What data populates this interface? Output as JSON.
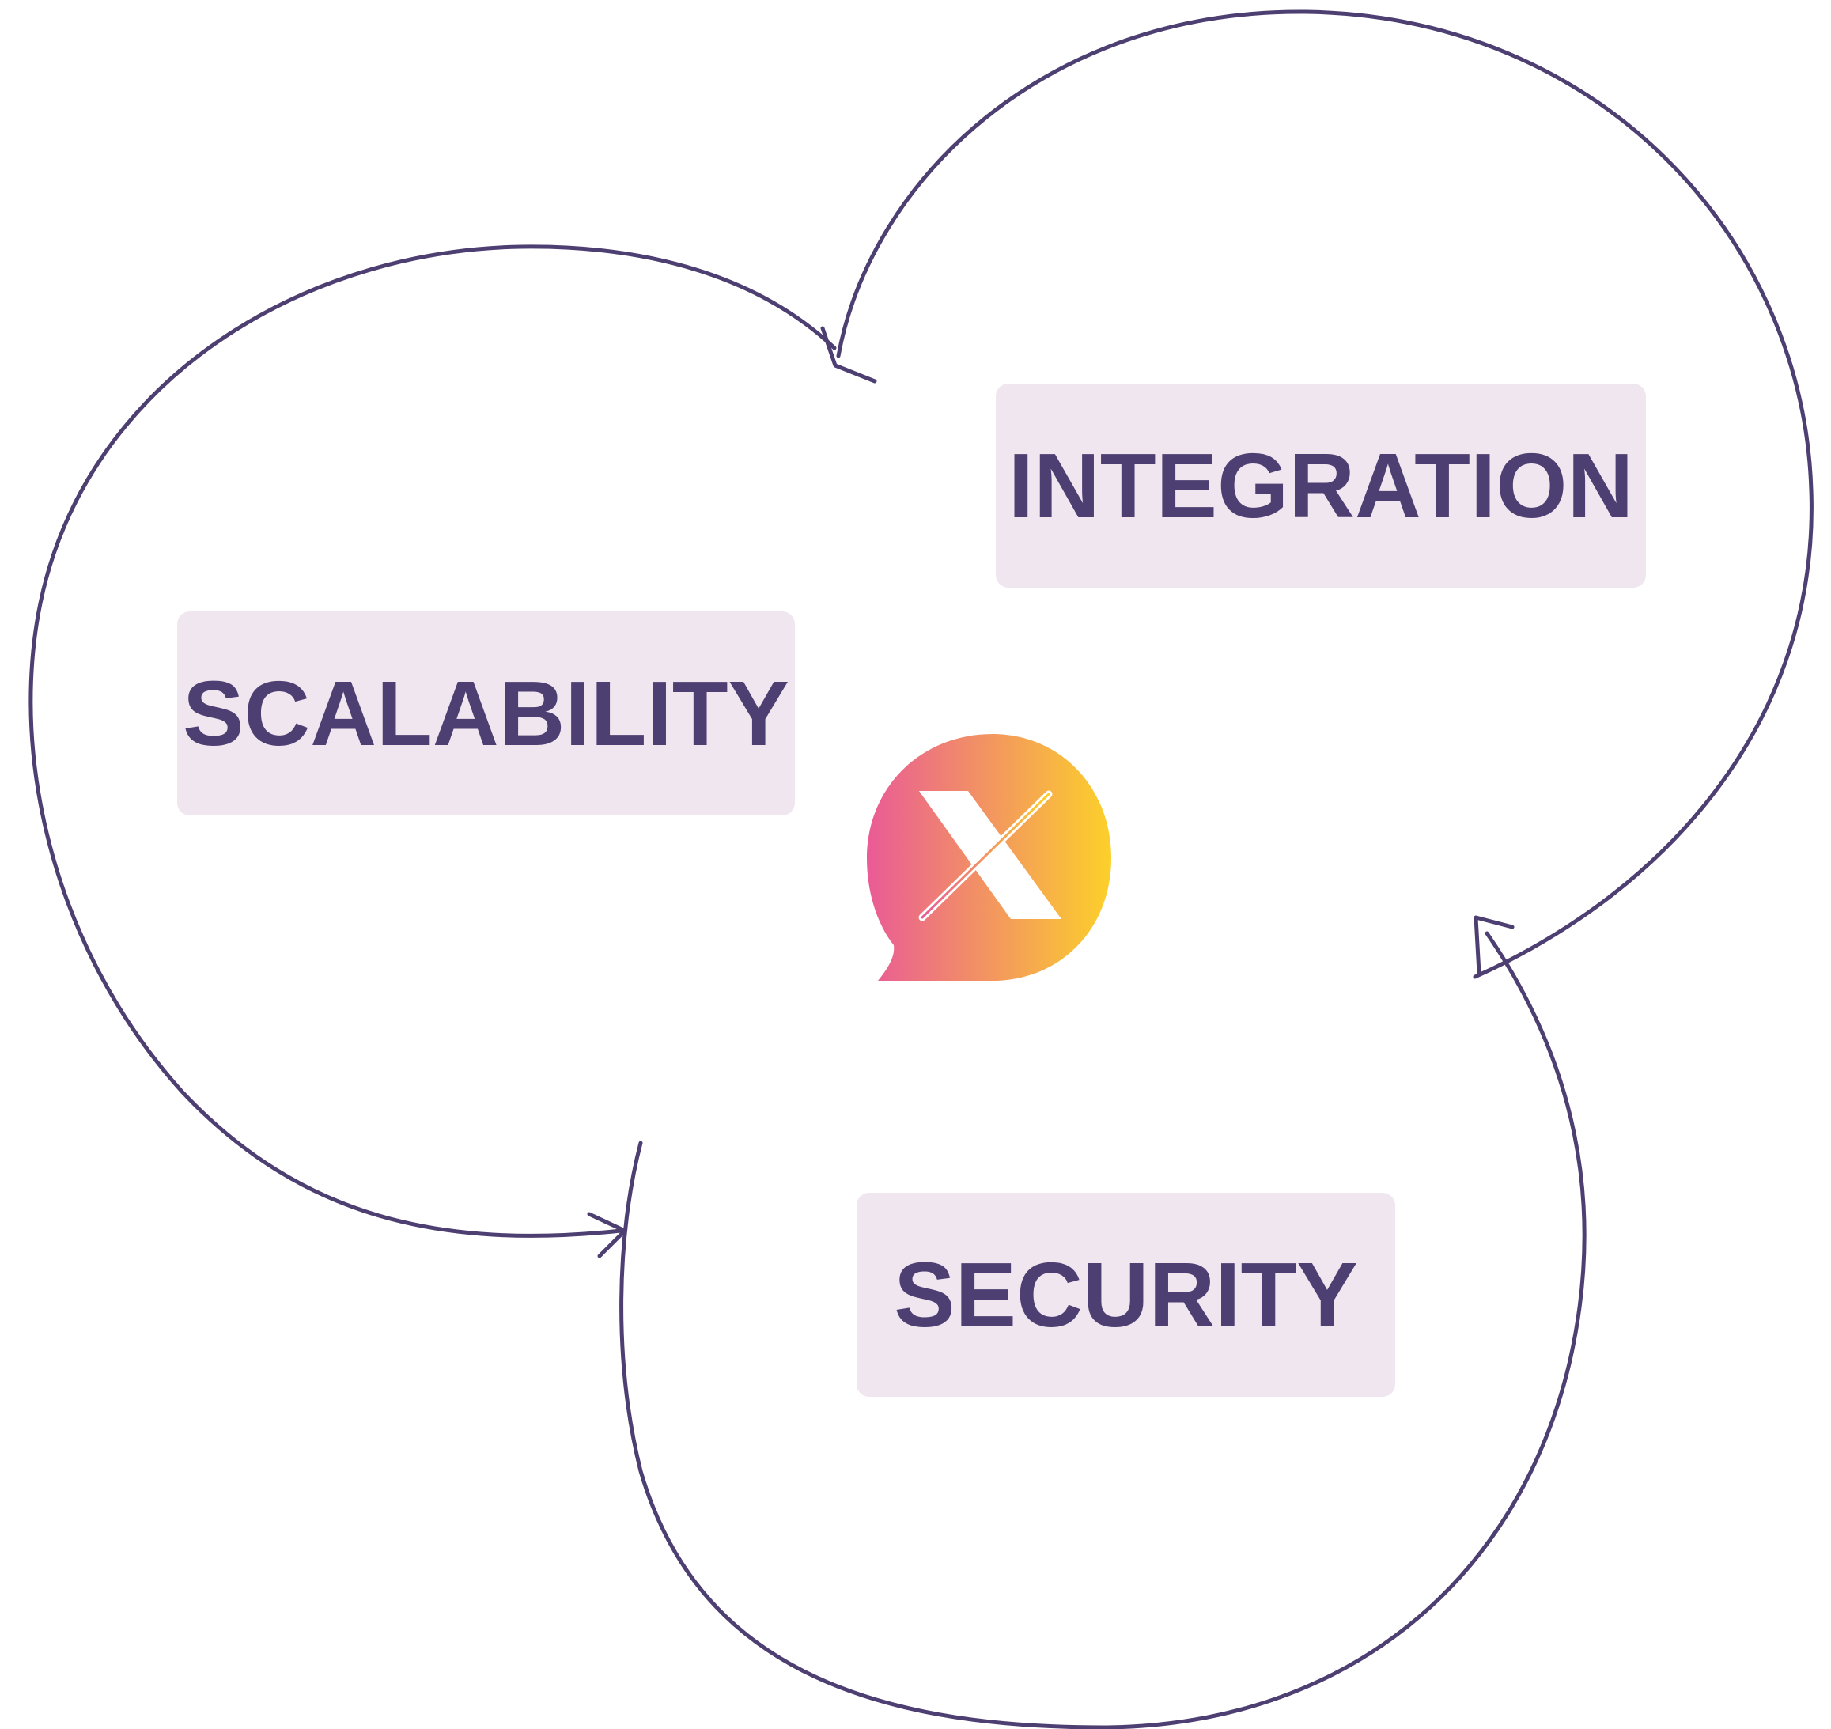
{
  "diagram": {
    "nodes": [
      {
        "id": "integration",
        "label": "INTEGRATION"
      },
      {
        "id": "scalability",
        "label": "SCALABILITY"
      },
      {
        "id": "security",
        "label": "SECURITY"
      }
    ],
    "center_logo": {
      "icon": "x-speech-bubble-logo",
      "letter": "X",
      "gradient": [
        "#e95b96",
        "#fcd02a"
      ]
    }
  },
  "colors": {
    "line": "#4e3f72",
    "label_text": "#4e3f72",
    "label_background": "#f0e6ef",
    "background": "#ffffff"
  }
}
